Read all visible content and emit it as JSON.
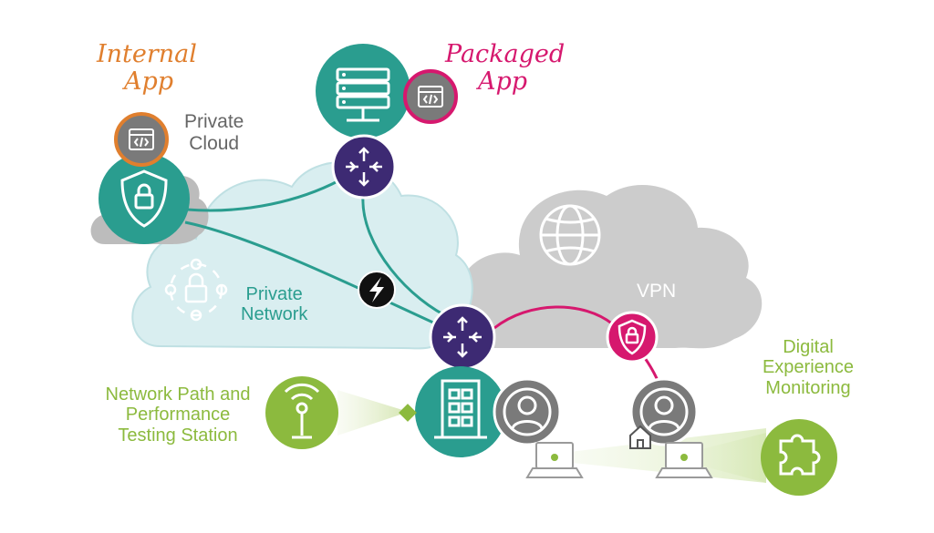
{
  "labels": {
    "internal_app_line1": "Internal",
    "internal_app_line2": "App",
    "packaged_app_line1": "Packaged",
    "packaged_app_line2": "App",
    "private_cloud_line1": "Private",
    "private_cloud_line2": "Cloud",
    "private_network_line1": "Private",
    "private_network_line2": "Network",
    "vpn": "VPN",
    "dem_line1": "Digital",
    "dem_line2": "Experience",
    "dem_line3": "Monitoring",
    "testing_line1": "Network Path and",
    "testing_line2": "Performance",
    "testing_line3": "Testing Station"
  },
  "colors": {
    "teal": "#2a9d8f",
    "purple": "#3d2a73",
    "magenta": "#d6186e",
    "orange": "#e07f2e",
    "green": "#8cba3e",
    "gray": "#7a7a7a",
    "light_gray": "#c9c9c9",
    "pale_teal": "#d9eef0"
  },
  "icons": [
    "app-code-icon",
    "shield-lock-icon",
    "server-icon",
    "router-icon",
    "lightning-icon",
    "globe-icon",
    "building-icon",
    "user-icon",
    "antenna-icon",
    "puzzle-icon",
    "laptop-icon",
    "home-icon",
    "lock-network-icon"
  ]
}
